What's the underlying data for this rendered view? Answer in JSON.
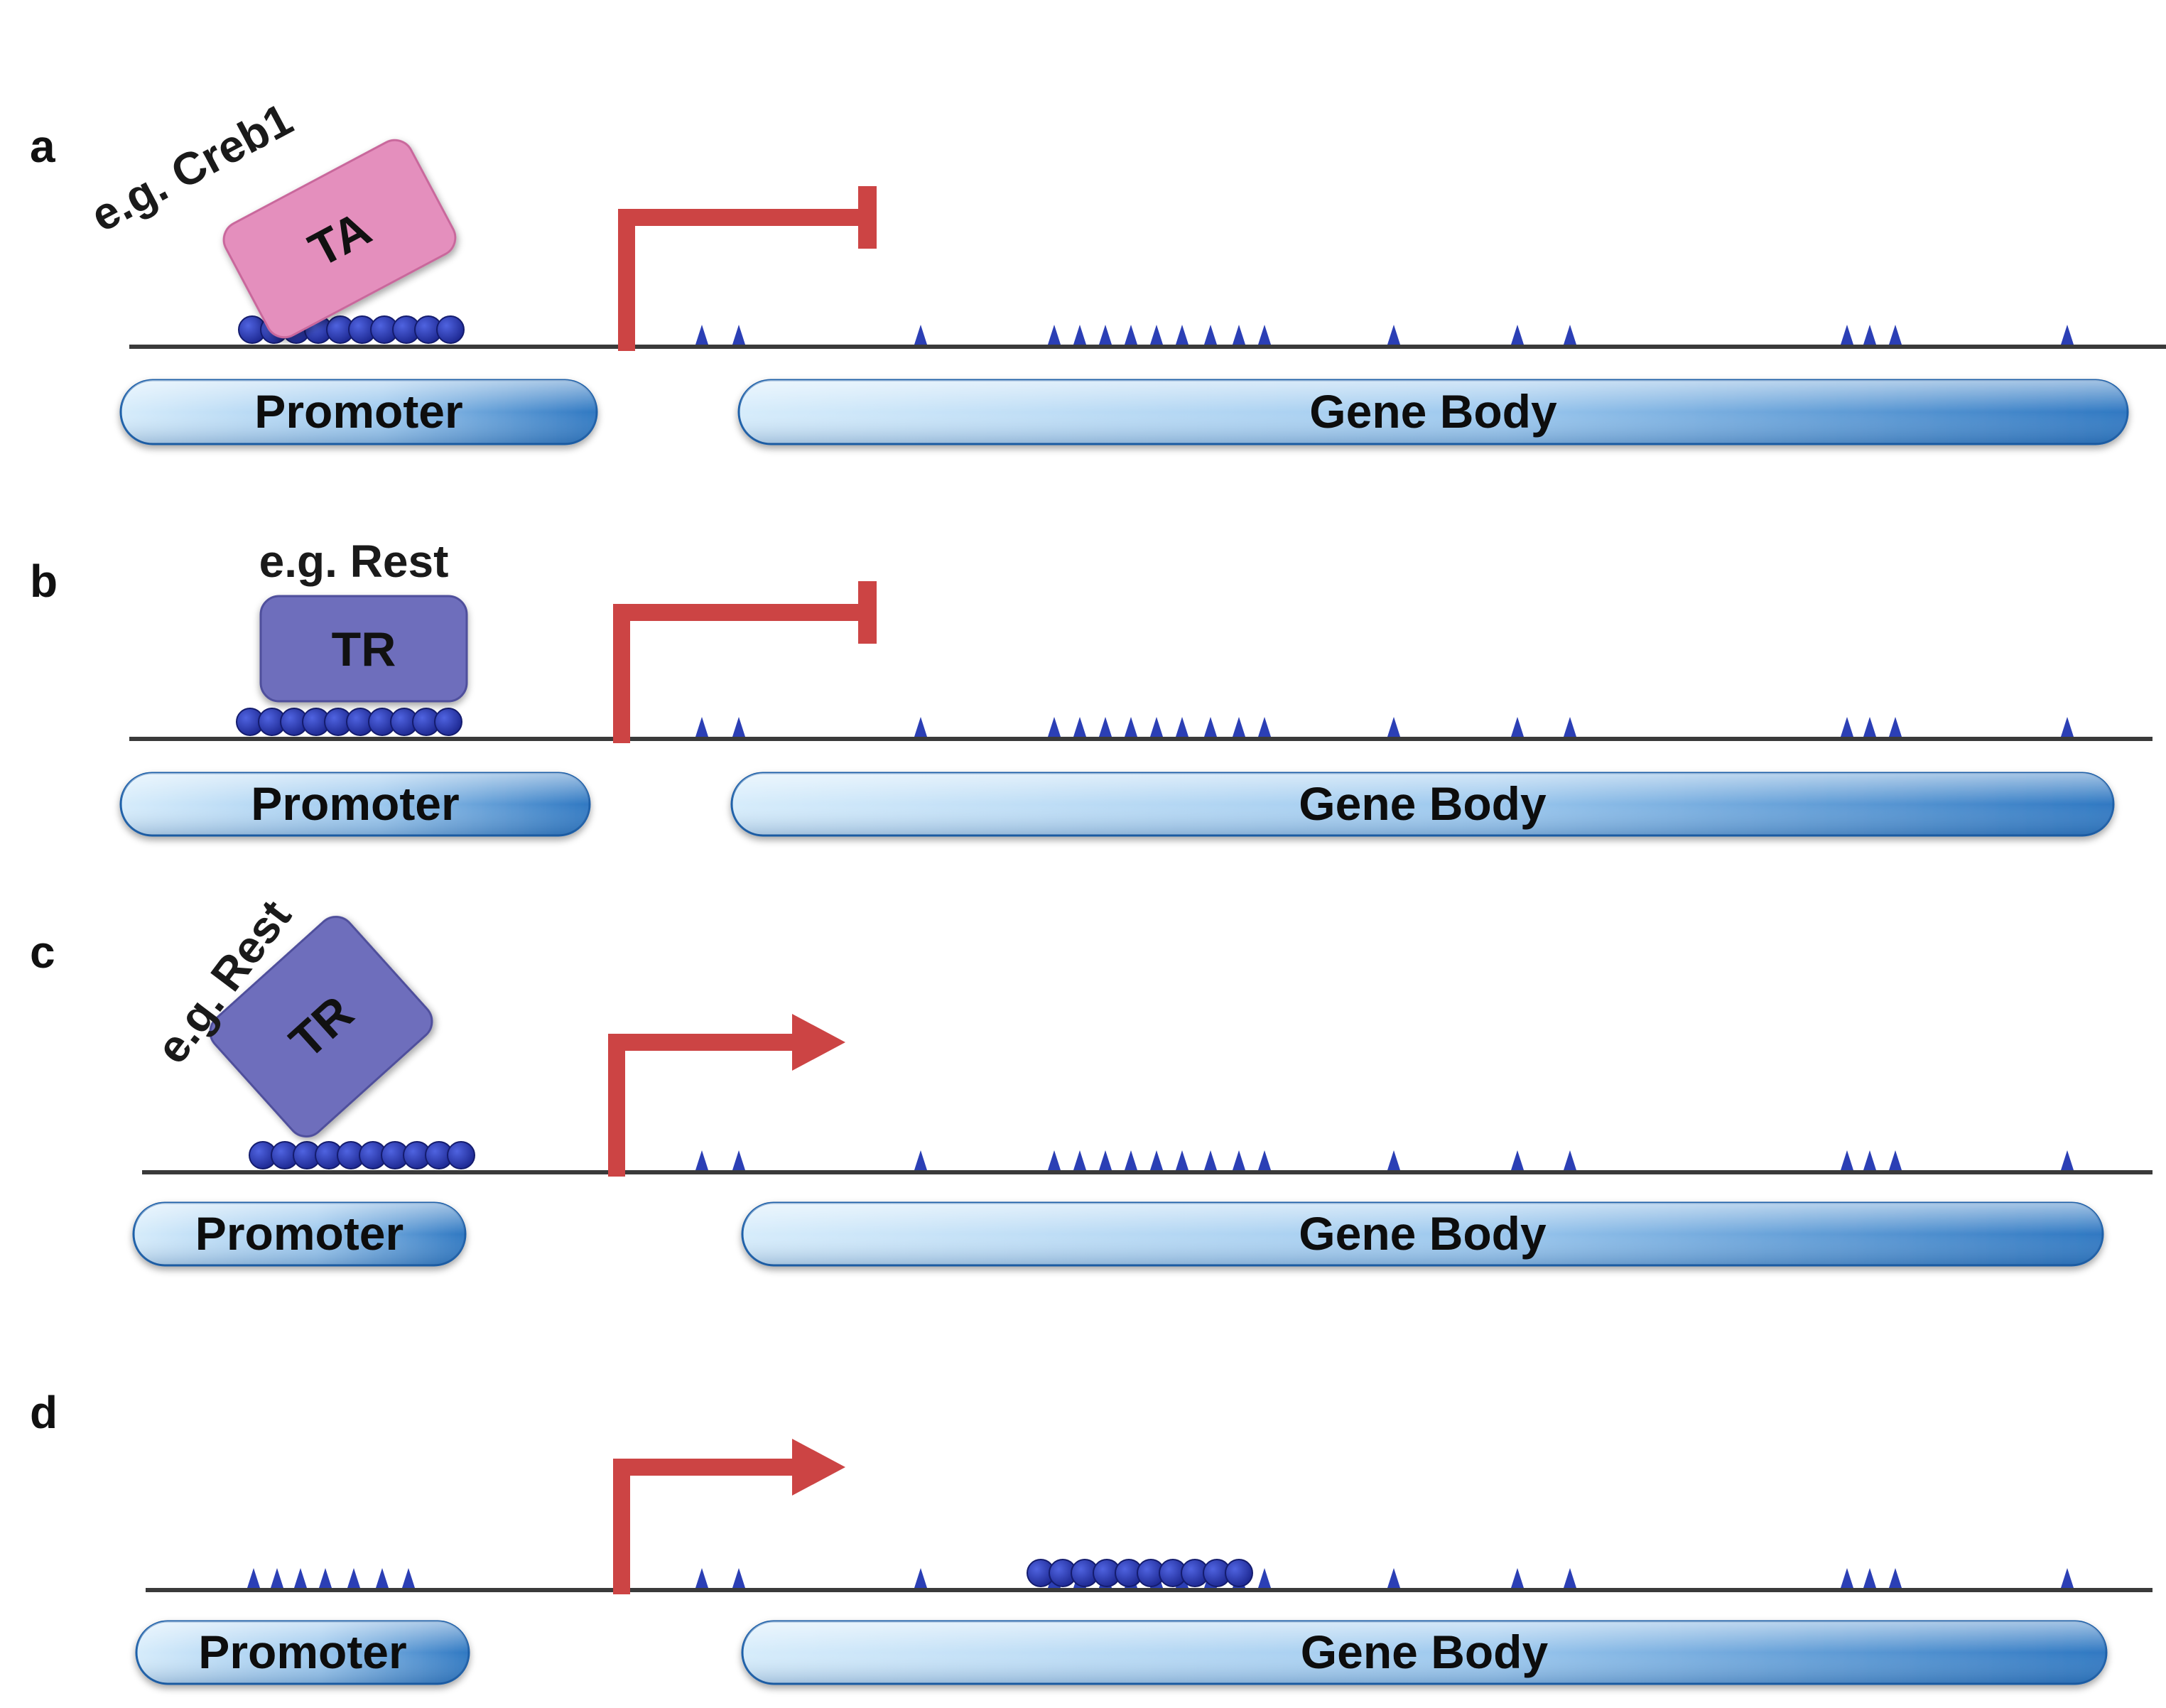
{
  "colors": {
    "activator": "#e48fbd",
    "repressor": "#6e6ebc",
    "arrow": "#cc4444",
    "methylation_mark": "#2b3fb5",
    "bead": "#2a36b0",
    "region_light": "#cfe7f9",
    "region_dark": "#2f78c2",
    "dna_line": "#3a3a3a"
  },
  "panels": [
    {
      "letter": "a",
      "factor": {
        "name": "TA",
        "kind": "activator",
        "label": "e.g. Creb1",
        "orientation": "tilted"
      },
      "bead_cluster": "promoter",
      "promoter_marks": false,
      "transcription": "blocked",
      "regions": {
        "promoter": "Promoter",
        "gene_body": "Gene Body"
      }
    },
    {
      "letter": "b",
      "factor": {
        "name": "TR",
        "kind": "repressor",
        "label": "e.g. Rest",
        "orientation": "upright"
      },
      "bead_cluster": "promoter",
      "promoter_marks": false,
      "transcription": "blocked",
      "regions": {
        "promoter": "Promoter",
        "gene_body": "Gene Body"
      }
    },
    {
      "letter": "c",
      "factor": {
        "name": "TR",
        "kind": "repressor",
        "label": "e.g. Rest",
        "orientation": "tilted"
      },
      "bead_cluster": "promoter",
      "promoter_marks": false,
      "transcription": "active",
      "regions": {
        "promoter": "Promoter",
        "gene_body": "Gene Body"
      }
    },
    {
      "letter": "d",
      "factor": null,
      "bead_cluster": "gene_body",
      "promoter_marks": true,
      "transcription": "active",
      "regions": {
        "promoter": "Promoter",
        "gene_body": "Gene Body"
      }
    }
  ]
}
